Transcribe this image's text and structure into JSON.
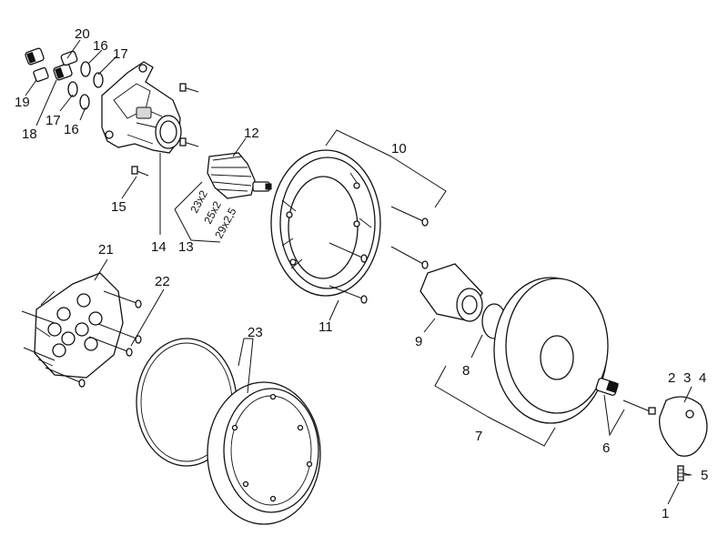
{
  "diagram": {
    "callouts": {
      "c1": "1",
      "c2": "2",
      "c3": "3",
      "c4": "4",
      "c5": "5",
      "c6": "6",
      "c7": "7",
      "c8": "8",
      "c9": "9",
      "c10": "10",
      "c11": "11",
      "c12": "12",
      "c13": "13",
      "c14": "14",
      "c15": "15",
      "c16a": "16",
      "c16b": "16",
      "c17a": "17",
      "c17b": "17",
      "c18": "18",
      "c19": "19",
      "c20": "20",
      "c21": "21",
      "c22": "22",
      "c23": "23"
    },
    "oring_sizes": [
      "23x2",
      "25x2",
      "29x2,5"
    ],
    "tilde": "~"
  }
}
